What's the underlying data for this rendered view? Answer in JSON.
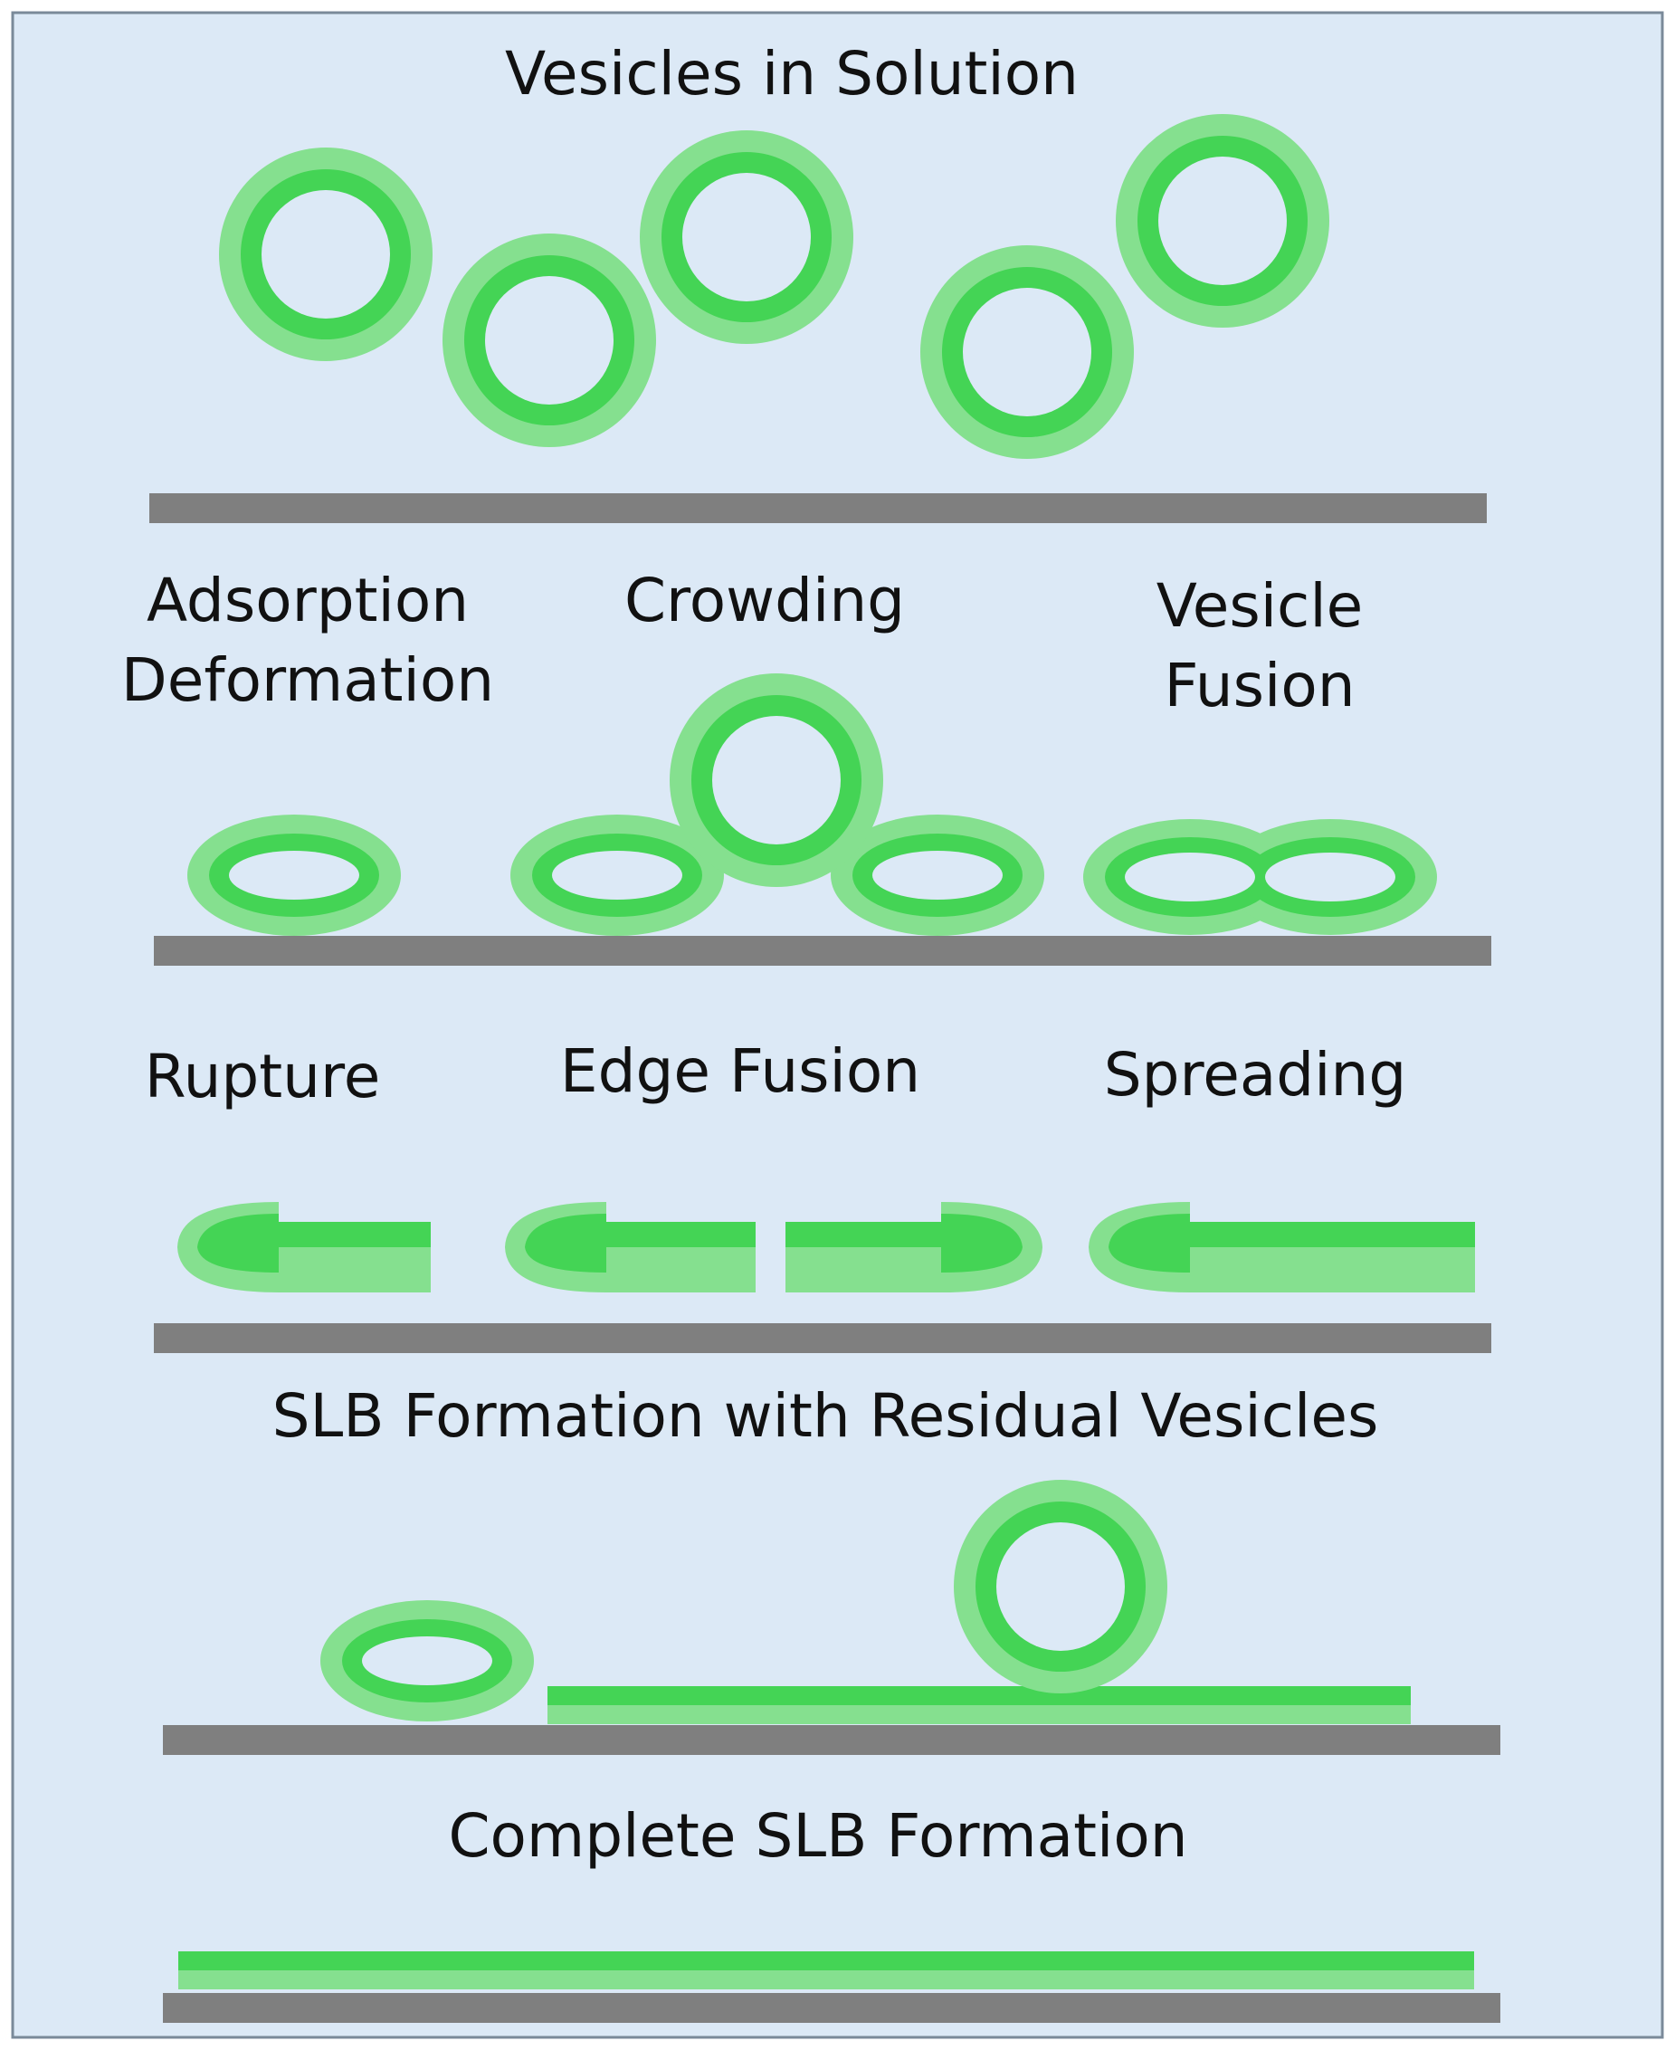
{
  "labels": {
    "vesicles_in_solution": "Vesicles in Solution",
    "adsorption_deformation": [
      "Adsorption",
      "Deformation"
    ],
    "crowding": "Crowding",
    "vesicle_fusion": [
      "Vesicle",
      "Fusion"
    ],
    "rupture": "Rupture",
    "edge_fusion": "Edge Fusion",
    "spreading": "Spreading",
    "slb_residual": "SLB Formation with Residual Vesicles",
    "complete_slb": "Complete SLB Formation"
  },
  "colors": {
    "background": "#dce9f6",
    "frame": "#7a8a99",
    "substrate": "#7f7f7f",
    "lipid_outer": "#85e08f",
    "lipid_inner": "#44d455"
  }
}
